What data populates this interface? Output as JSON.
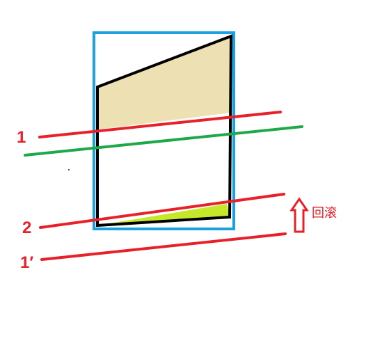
{
  "labels": {
    "line_1": "1",
    "line_2": "2",
    "line_1_prime": "1′",
    "rollback": "回滚"
  },
  "colors": {
    "box_border": "#1ba1e2",
    "shape_outline": "#000000",
    "top_fill": "#ede0b2",
    "bottom_fill": "#c6e82a",
    "red_line": "#e8202a",
    "green_line": "#1fa84a",
    "arrow": "#e8202a"
  },
  "icons": {
    "arrow": "up-arrow-icon"
  }
}
